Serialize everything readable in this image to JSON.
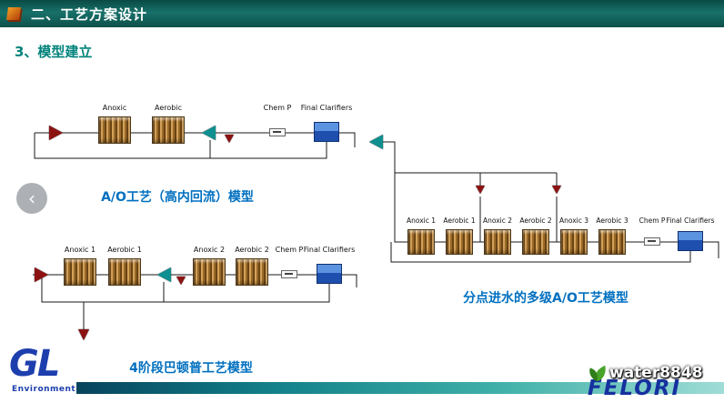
{
  "header": {
    "title": "二、工艺方案设计",
    "subtitle": "3、模型建立"
  },
  "nav": {
    "prev_symbol": "‹"
  },
  "diagrams": [
    {
      "caption": "A/O工艺（高内回流）模型",
      "labels": [
        "Anoxic",
        "Aerobic",
        "Chem P",
        "Final Clarifiers"
      ]
    },
    {
      "caption": "4阶段巴顿普工艺模型",
      "labels": [
        "Anoxic 1",
        "Aerobic 1",
        "Anoxic 2",
        "Aerobic 2",
        "Chem P",
        "Final Clarifiers"
      ]
    },
    {
      "caption": "分点进水的多级A/O工艺模型",
      "labels": [
        "Anoxic 1",
        "Aerobic 1",
        "Anoxic 2",
        "Aerobic 2",
        "Anoxic 3",
        "Aerobic 3",
        "Chem P",
        "Final Clarifiers"
      ]
    }
  ],
  "footer": {
    "logo_text": "GL",
    "logo_subtext": "Environment",
    "watermark_text": "water8848",
    "brand_text": "FELORI"
  },
  "colors": {
    "banner_teal": "#14706a",
    "subtitle_teal": "#00837b",
    "caption_blue": "#0070c0",
    "logo_blue": "#1d3fae",
    "tank_tan": "#d3a15a",
    "influent_red": "#8c1212",
    "recycle_teal": "#0f8f8f",
    "clarifier_blue": "#1e4fae",
    "watermark_green": "#3a9d23"
  }
}
